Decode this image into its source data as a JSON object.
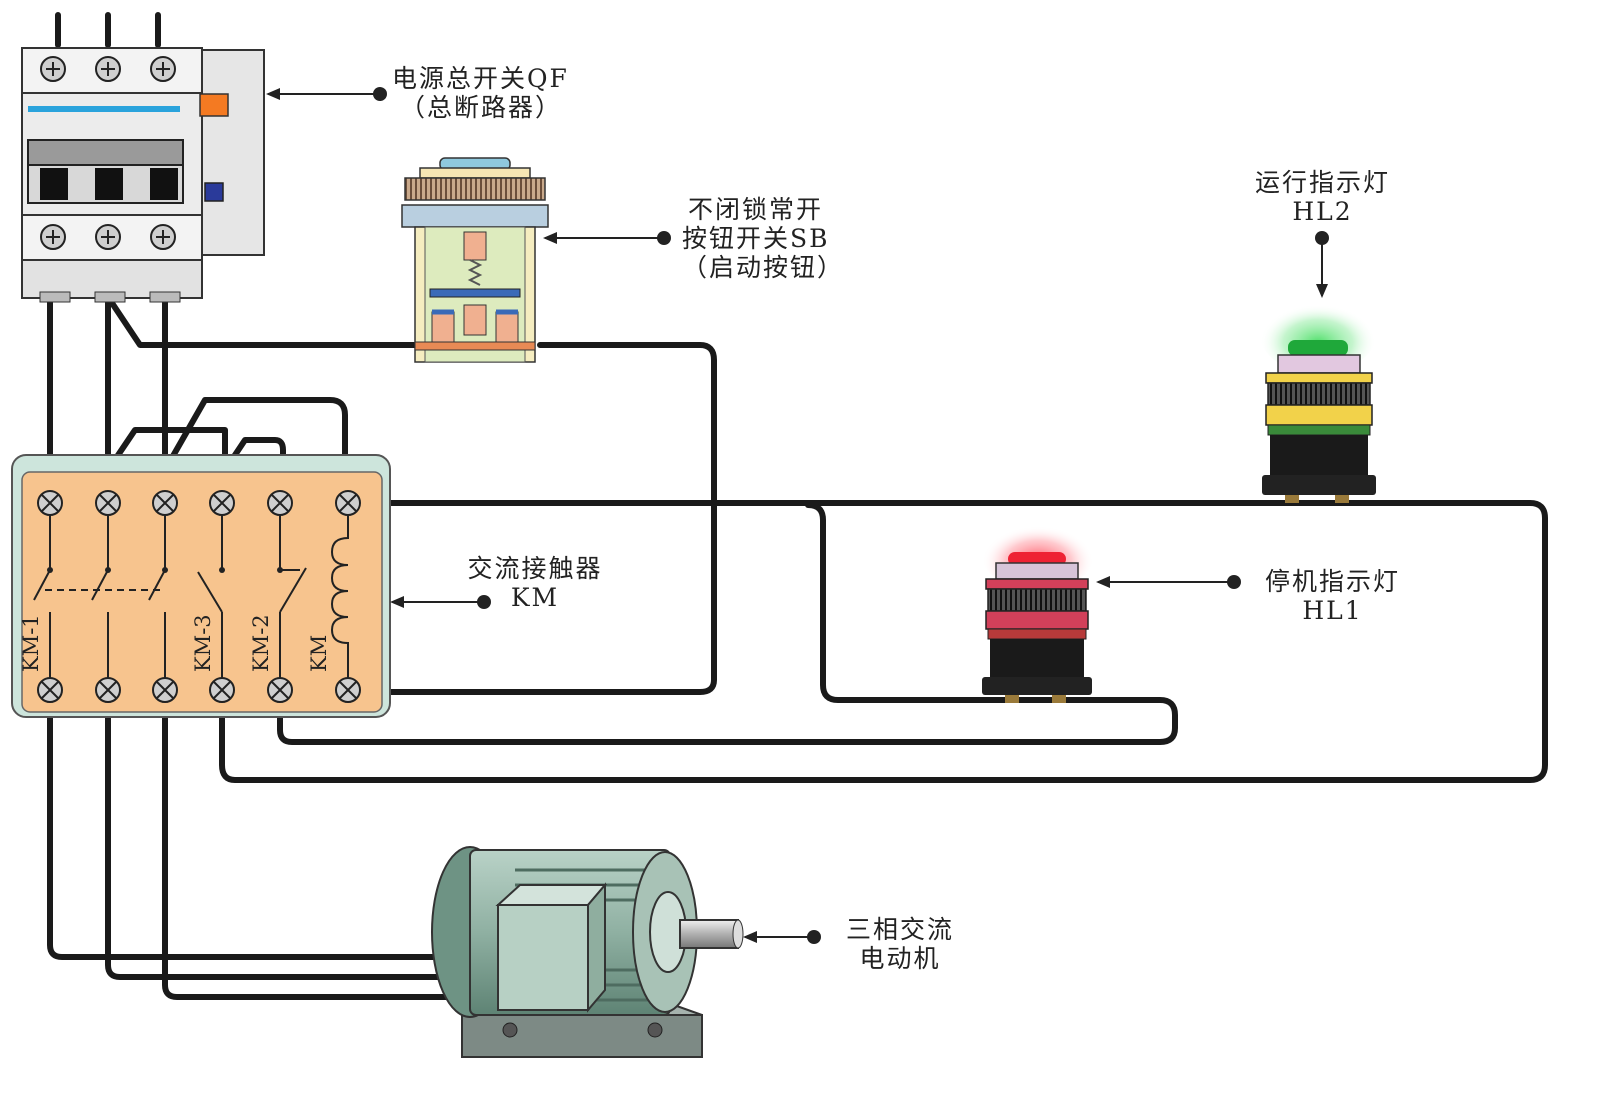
{
  "labels": {
    "qf": {
      "line1": "电源总开关QF",
      "line2": "（总断路器）"
    },
    "sb": {
      "line1": "不闭锁常开",
      "line2": "按钮开关SB",
      "line3": "（启动按钮）"
    },
    "hl2": {
      "line1": "运行指示灯",
      "line2": "HL2"
    },
    "km": {
      "line1": "交流接触器",
      "line2": "KM"
    },
    "hl1": {
      "line1": "停机指示灯",
      "line2": "HL1"
    },
    "motor": {
      "line1": "三相交流",
      "line2": "电动机"
    }
  },
  "contactor_terminals": {
    "km1": "KM-1",
    "km3": "KM-3",
    "km2": "KM-2",
    "coil": "KM"
  },
  "colors": {
    "wire": "#1a1a1a",
    "contactor_body": "#f7c48e",
    "contactor_frame": "#cde5dc",
    "breaker_body": "#ececec",
    "breaker_stripe": "#2aa3dc",
    "breaker_orange": "#f47a22",
    "breaker_blue": "#2a3a9a",
    "run_lamp": "#2bd04e",
    "stop_lamp": "#ee3344",
    "motor_body": "#8fb0a2"
  }
}
